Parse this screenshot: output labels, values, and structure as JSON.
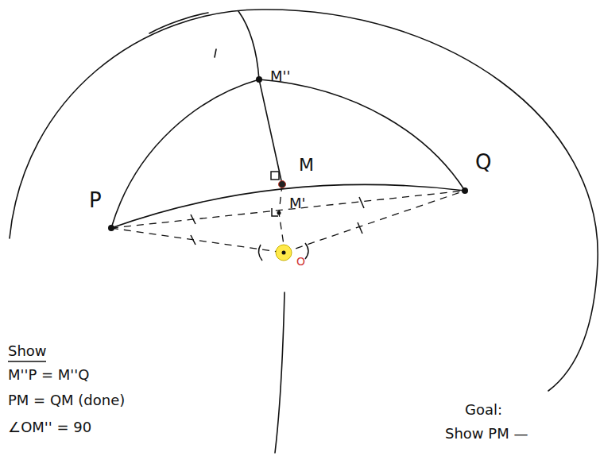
{
  "diagram": {
    "labels": [
      "M''",
      "M",
      "P",
      "Q",
      "M'",
      "O",
      "Show",
      "M''P = M''Q",
      "PM = QM (done)",
      "∠OM'' = 90",
      "Goal:",
      "Show PM —"
    ]
  }
}
